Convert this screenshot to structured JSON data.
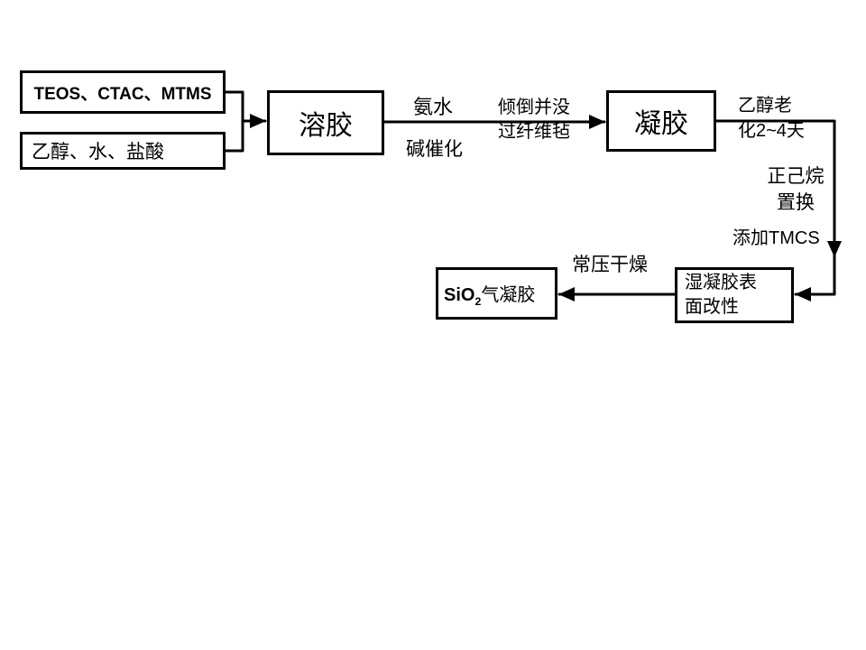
{
  "diagram": {
    "precursor_box": "TEOS、CTAC、MTMS",
    "solvent_box": "乙醇、水、盐酸",
    "sol_box": "溶胶",
    "gel_box": "凝胶",
    "wet_gel_box": "湿凝胶表\n面改性",
    "aerogel_box": {
      "formula": "SiO",
      "subscript": "2",
      "suffix": "气凝胶"
    },
    "labels": {
      "ammonia": "氨水",
      "base_catalysis": "碱催化",
      "pour_over_felt": "倾倒并没\n过纤维毡",
      "ethanol_aging": "乙醇老\n化2~4天",
      "hexane_exchange": "正己烷\n置换",
      "add_tmcs": "添加TMCS",
      "ambient_drying": "常压干燥"
    },
    "colors": {
      "line": "#000000",
      "background": "#ffffff"
    }
  }
}
